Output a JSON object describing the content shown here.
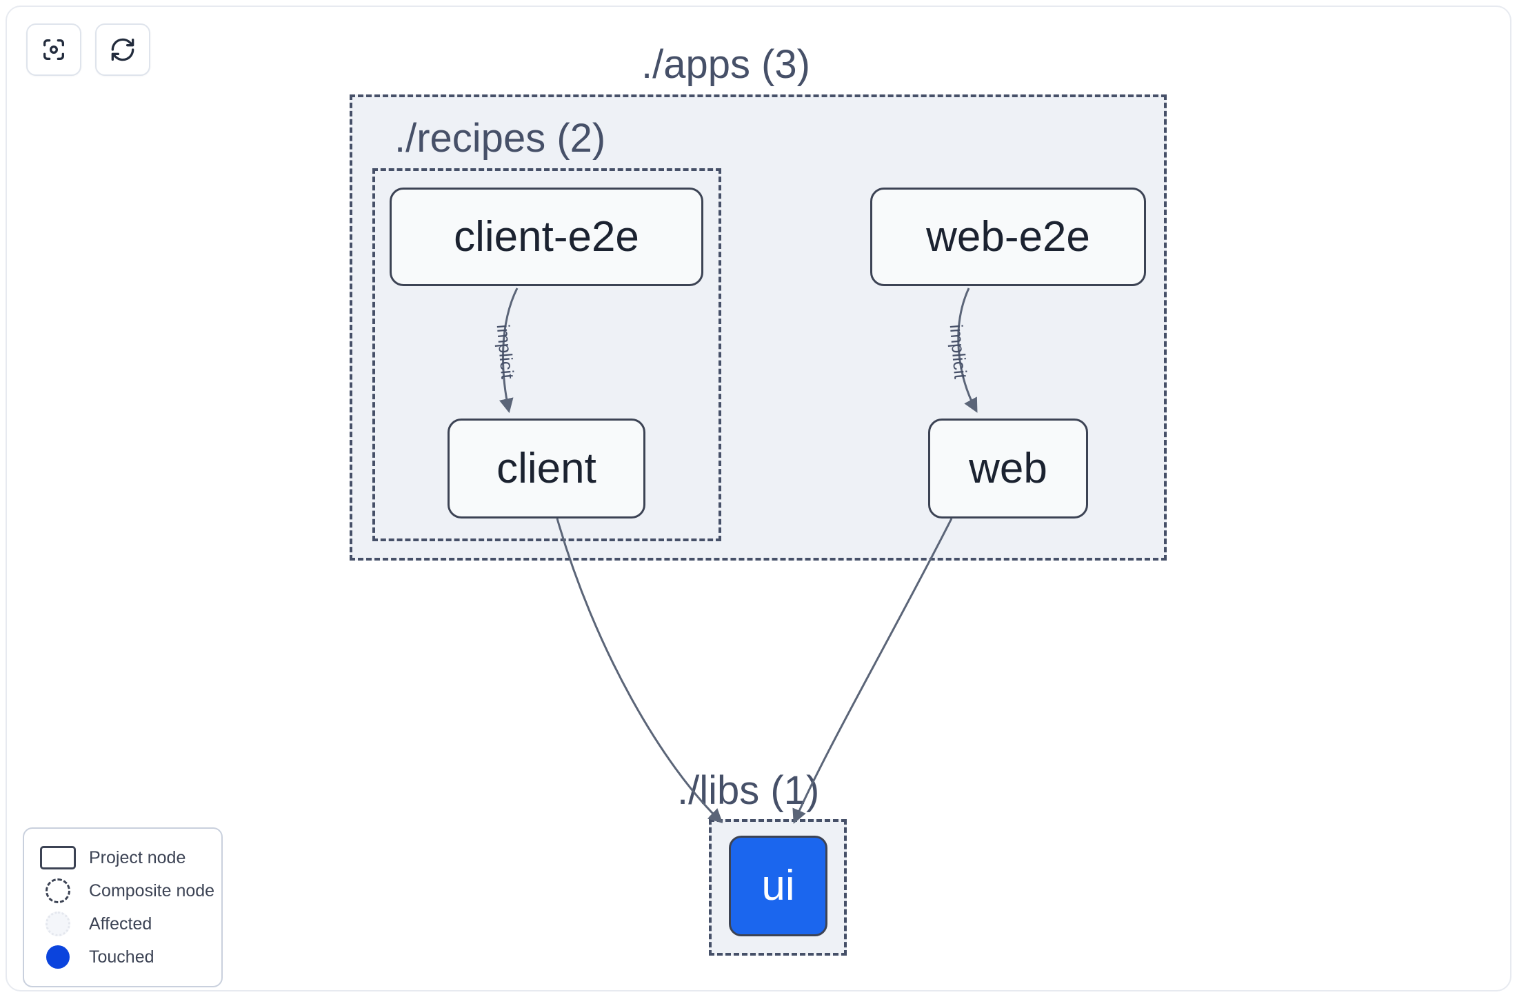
{
  "toolbar": {
    "buttons": [
      {
        "name": "focus-graph-button",
        "icon": "viewfinder-focus-icon",
        "title": "Focus graph"
      },
      {
        "name": "refresh-graph-button",
        "icon": "refresh-icon",
        "title": "Refresh graph"
      }
    ]
  },
  "graph": {
    "containers": [
      {
        "id": "apps",
        "label": "./apps (3)",
        "count": 3
      },
      {
        "id": "recipes",
        "label": "./recipes (2)",
        "count": 2
      },
      {
        "id": "libs",
        "label": "./libs (1)",
        "count": 1
      }
    ],
    "nodes": [
      {
        "id": "client-e2e",
        "label": "client-e2e",
        "state": "project",
        "parent": "recipes"
      },
      {
        "id": "web-e2e",
        "label": "web-e2e",
        "state": "project",
        "parent": "apps"
      },
      {
        "id": "client",
        "label": "client",
        "state": "project",
        "parent": "recipes"
      },
      {
        "id": "web",
        "label": "web",
        "state": "project",
        "parent": "apps"
      },
      {
        "id": "ui",
        "label": "ui",
        "state": "touched",
        "parent": "libs"
      }
    ],
    "edges": [
      {
        "from": "client-e2e",
        "to": "client",
        "label": "implicit"
      },
      {
        "from": "web-e2e",
        "to": "web",
        "label": "implicit"
      },
      {
        "from": "client",
        "to": "ui",
        "label": ""
      },
      {
        "from": "web",
        "to": "ui",
        "label": ""
      }
    ]
  },
  "legend": {
    "items": [
      {
        "swatch": "project-node-swatch",
        "label": "Project node"
      },
      {
        "swatch": "composite-node-swatch",
        "label": "Composite node"
      },
      {
        "swatch": "affected-swatch",
        "label": "Affected"
      },
      {
        "swatch": "touched-swatch",
        "label": "Touched"
      }
    ]
  },
  "colors": {
    "touched": "#0b44dd",
    "touched_node_fill": "#1b66ee",
    "node_border": "#3c4354",
    "container_fill": "#eef1f6",
    "container_border": "#465068",
    "edge": "#5b6578",
    "text": "#1b2230",
    "background": "#ffffff"
  }
}
